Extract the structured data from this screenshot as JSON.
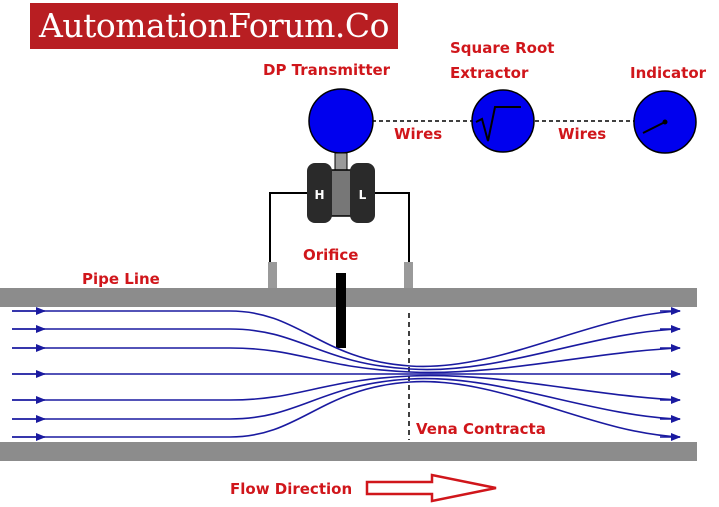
{
  "brand": {
    "text": "AutomationForum.Co",
    "bg_color": "#b81e22"
  },
  "labels": {
    "dp_transmitter": "DP Transmitter",
    "square_root_line1": "Square Root",
    "square_root_line2": "Extractor",
    "indicator": "Indicator",
    "wires_left": "Wires",
    "wires_right": "Wires",
    "high_port": "H",
    "low_port": "L",
    "orifice": "Orifice",
    "pipe_line": "Pipe Line",
    "vena_contracta": "Vena Contracta",
    "flow_direction": "Flow Direction"
  },
  "colors": {
    "label": "#d0161b",
    "instrument_blue": "#0000ee",
    "flow_lines": "#1a1aa0",
    "pipe_gray": "#8c8c8c",
    "arrow_red": "#d0161b"
  },
  "icons": {
    "square_root": "square-root-symbol",
    "indicator_needle": "gauge-needle",
    "flow_arrow": "hollow-right-arrow"
  }
}
